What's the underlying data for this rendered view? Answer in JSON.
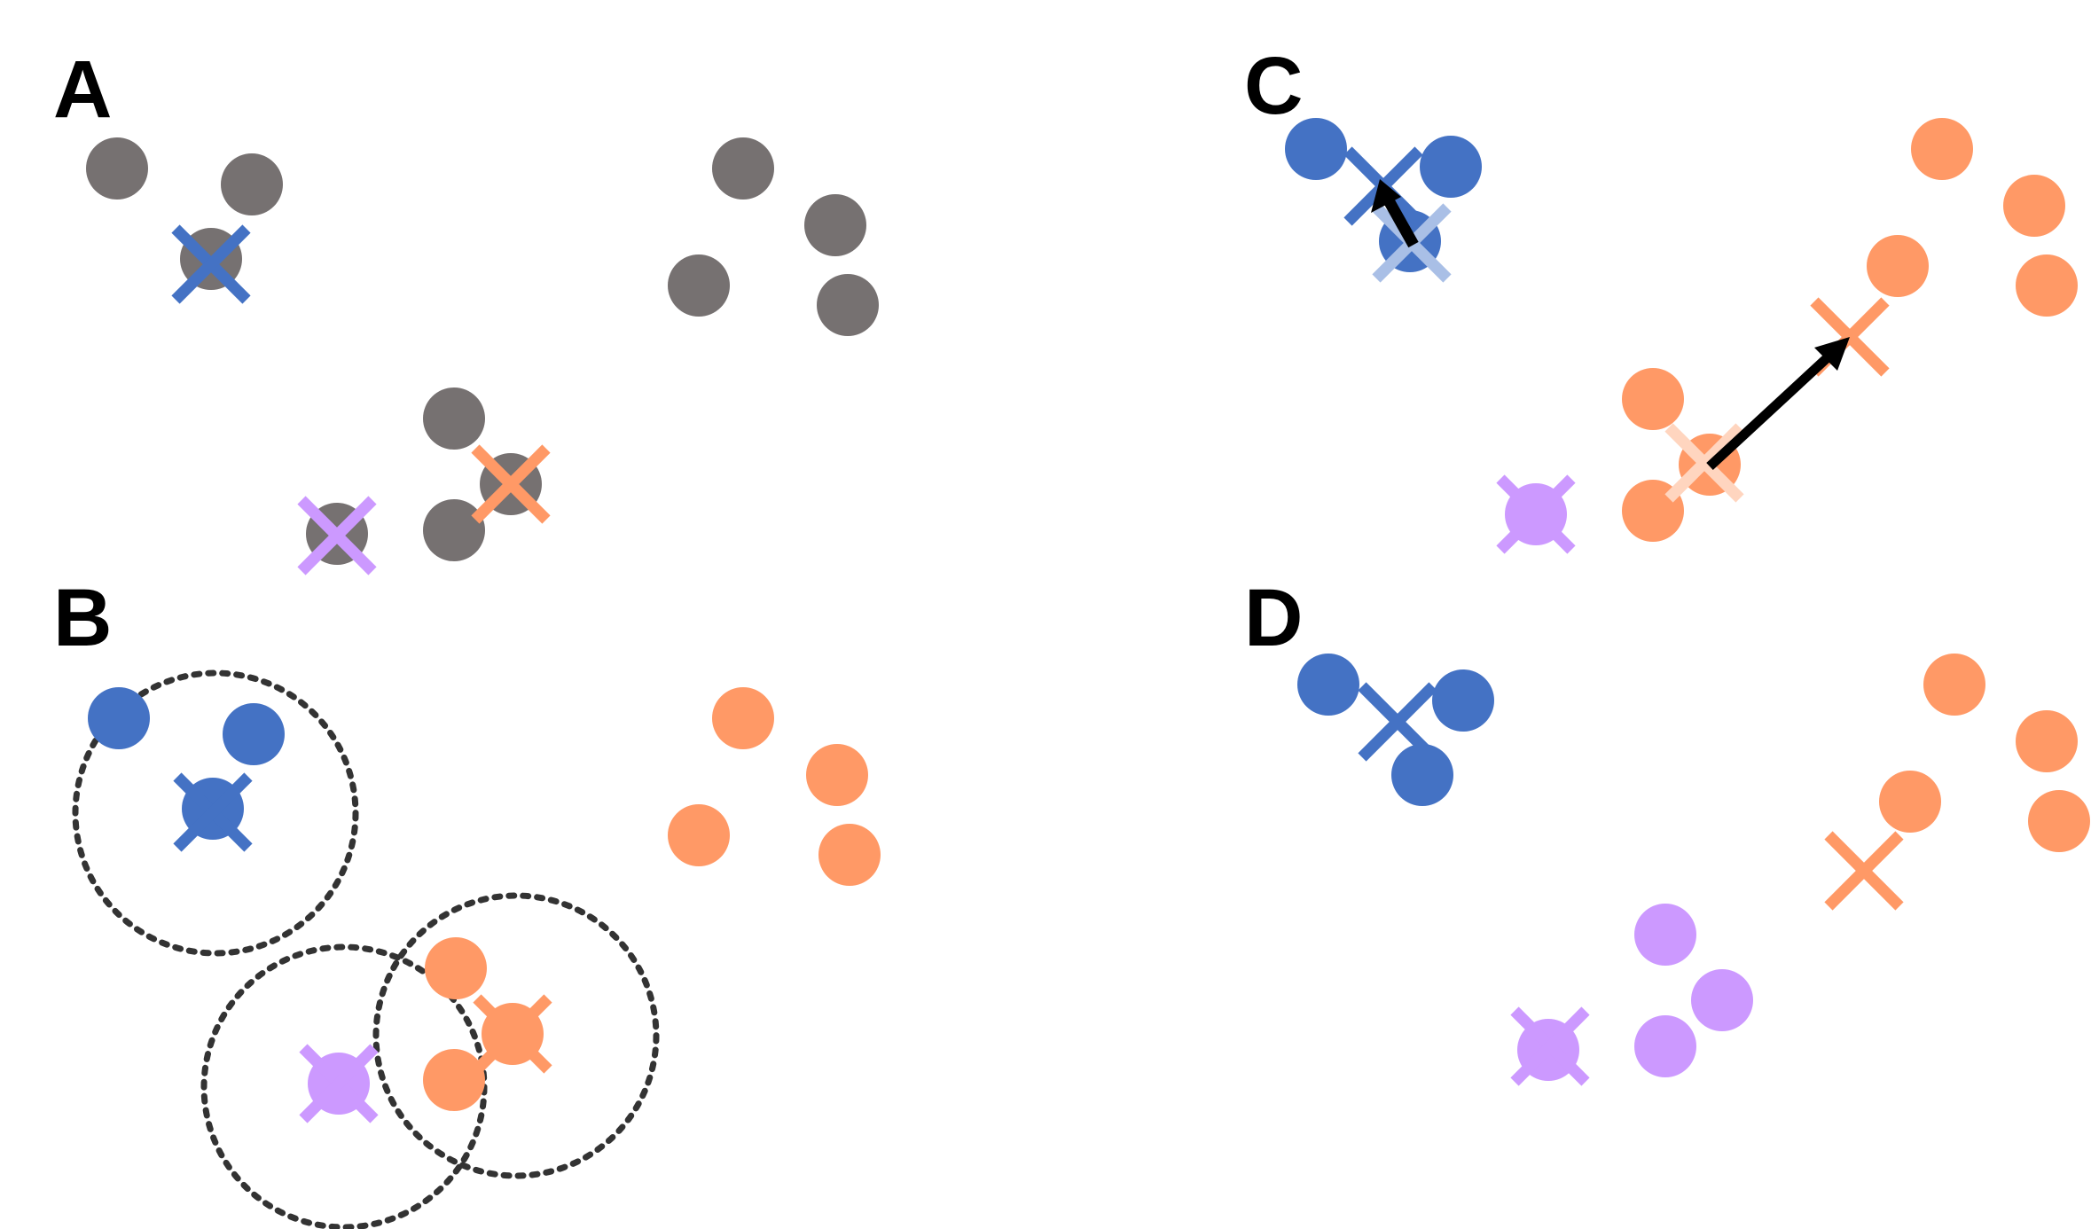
{
  "colors": {
    "gray": "#767171",
    "blue": "#4472C4",
    "blue_faded": "#A9BFE6",
    "orange": "#FF9966",
    "orange_faded": "#FFD5BF",
    "purple": "#CC99FF",
    "ring": "#333333",
    "arrow": "#000000"
  },
  "panels": {
    "a": {
      "label": "A"
    },
    "b": {
      "label": "B"
    },
    "c": {
      "label": "C"
    },
    "d": {
      "label": "D"
    }
  },
  "icons": {
    "point": "filled-circle",
    "centroid": "x-cross-marker",
    "neighborhood": "dotted-circle",
    "shift": "arrow"
  }
}
